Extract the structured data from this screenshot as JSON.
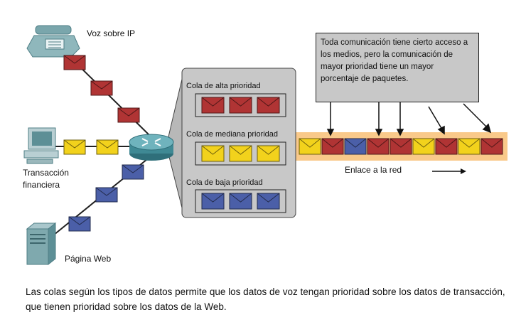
{
  "sources": {
    "voip_label": "Voz sobre IP",
    "transaction_label_line1": "Transacción",
    "transaction_label_line2": "financiera",
    "web_label": "Página Web"
  },
  "queues": [
    {
      "title": "Cola de alta prioridad",
      "color": "#b03434",
      "count": 3
    },
    {
      "title": "Cola de mediana prioridad",
      "color": "#f2d21c",
      "count": 3
    },
    {
      "title": "Cola de baja prioridad",
      "color": "#4b5fa8",
      "count": 3
    }
  ],
  "callout": {
    "text": "Toda comunicación tiene cierto acceso a\nlos medios, pero la comunicación de\nmayor prioridad tiene un mayor\nporcentaje de paquetes."
  },
  "link": {
    "label": "Enlace a la red",
    "sequence": [
      "yellow",
      "red",
      "blue",
      "red",
      "red",
      "yellow",
      "red",
      "yellow",
      "red"
    ]
  },
  "colors": {
    "red": "#b03434",
    "yellow": "#f2d21c",
    "blue": "#4b5fa8",
    "link_band": "#f9c98a",
    "panel": "#c8c8c8"
  },
  "caption": "Las colas según los tipos de datos permite que los datos de voz tengan prioridad sobre los datos de transacción, que tienen prioridad sobre los datos de la Web."
}
